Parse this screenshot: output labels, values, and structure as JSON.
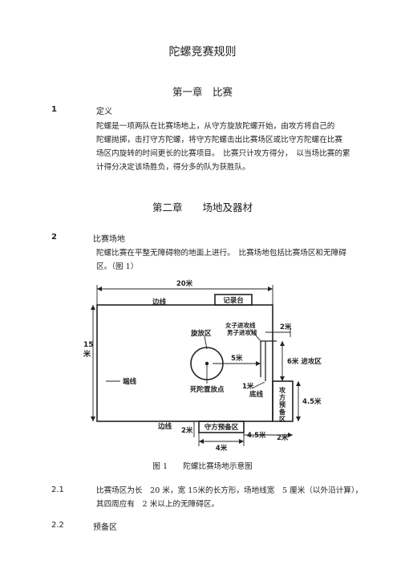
{
  "title": "陀螺竞赛规则",
  "chapter1": {
    "title": "第一章　比赛"
  },
  "section1": {
    "number": "1",
    "heading": "定义",
    "lines": [
      "陀螺是一项两队在比赛场地上，从守方旋放陀螺开始，由攻方将自己的",
      "陀螺抛掷，击打守方陀螺，将守方陀螺击出比赛场区或比守方陀螺在比赛",
      "场区内旋转的时间更长的比赛项目。　比赛只计攻方得分，　以当场比赛的累",
      "计得分决定该场胜负，得分多的队为获胜队。"
    ]
  },
  "chapter2": {
    "title": "第二章　　场地及器材"
  },
  "section2": {
    "number": "2",
    "heading": "比赛场地",
    "lines": [
      "陀螺比赛在平整无障碍物的地面上进行。　比赛场地包括比赛场区和无障碍",
      "区。（图 1）"
    ]
  },
  "figure": {
    "labels": {
      "width_20m": "20米",
      "sideline_top": "边线",
      "scorer": "记录台",
      "height_15m": "15米",
      "endline_left": "端线",
      "spin_zone": "旋放区",
      "dead_point": "死陀置放点",
      "women_attack_line_1": "女子进攻线",
      "women_attack_line_2": "男子进攻线",
      "dist_2m_top": "2米",
      "dist_5m": "5米",
      "attack_zone": "6米 进攻区",
      "dist_1m": "1米",
      "baseline": "底线",
      "attack_prep_zone": [
        "攻",
        "方",
        "预",
        "备",
        "区"
      ],
      "dist_4_5m_right": "4.5米",
      "sideline_bottom": "边线",
      "dist_2m_left": "2米",
      "defense_prep_zone": "守方预备区",
      "dist_4_5m_bottom": "4.5米",
      "dist_2m_bottom": "2米",
      "dist_4m": "4米"
    },
    "caption": "图 1　　陀螺比赛场地示意图"
  },
  "section2_1": {
    "number": "2.1",
    "lines": [
      "比赛场区为长　20 米，宽 15米的长方形，场地线宽　5 厘米（以外沿计算），",
      "其四周应有　2 米以上的无障碍区。"
    ]
  },
  "section2_2": {
    "number": "2.2",
    "heading": "预备区"
  }
}
